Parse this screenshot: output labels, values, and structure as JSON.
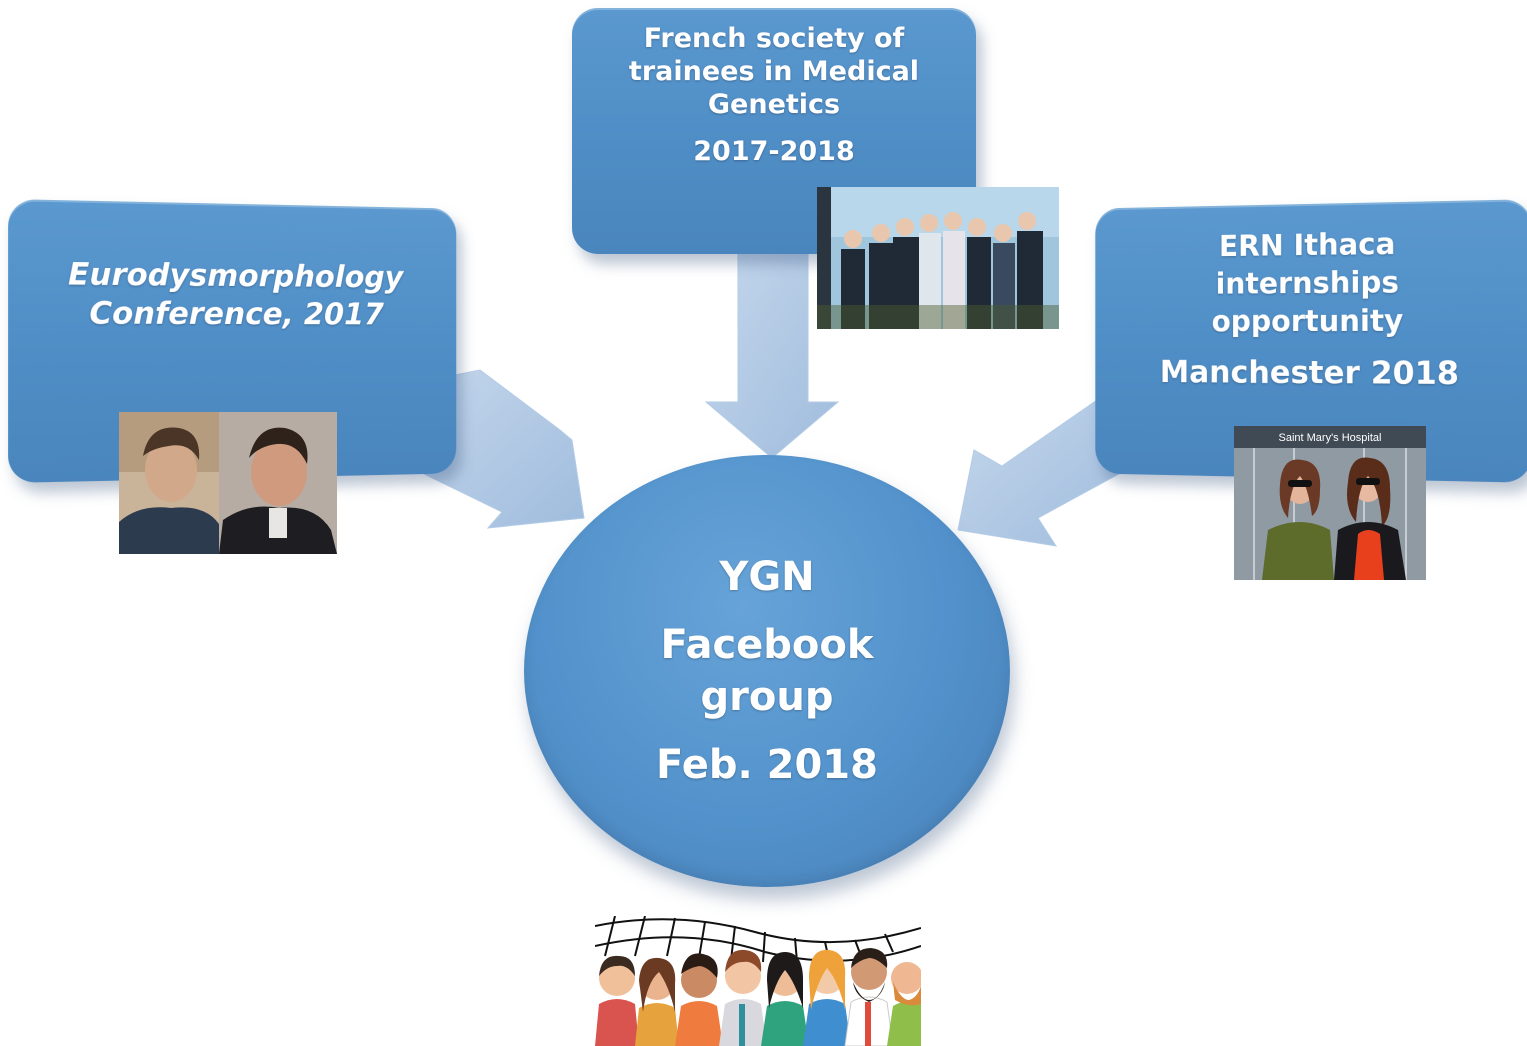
{
  "nodes": {
    "left": {
      "line1": "Eurodysmorphology",
      "line2": "Conference, 2017"
    },
    "top": {
      "line1": "French society of",
      "line2": "trainees in Medical",
      "line3": "Genetics",
      "year": "2017-2018"
    },
    "right": {
      "line1": "ERN Ithaca",
      "line2": "internships",
      "line3": "opportunity",
      "year": "Manchester 2018"
    },
    "center": {
      "line1": "YGN",
      "line2": "Facebook",
      "line3": "group",
      "line4": "Feb. 2018"
    }
  },
  "photos": {
    "right": {
      "sign_text": "Saint Mary's Hospital"
    }
  },
  "colors": {
    "node_fill": "#5291cb",
    "arrow_fill": "#aec6e2",
    "text": "#ffffff"
  }
}
